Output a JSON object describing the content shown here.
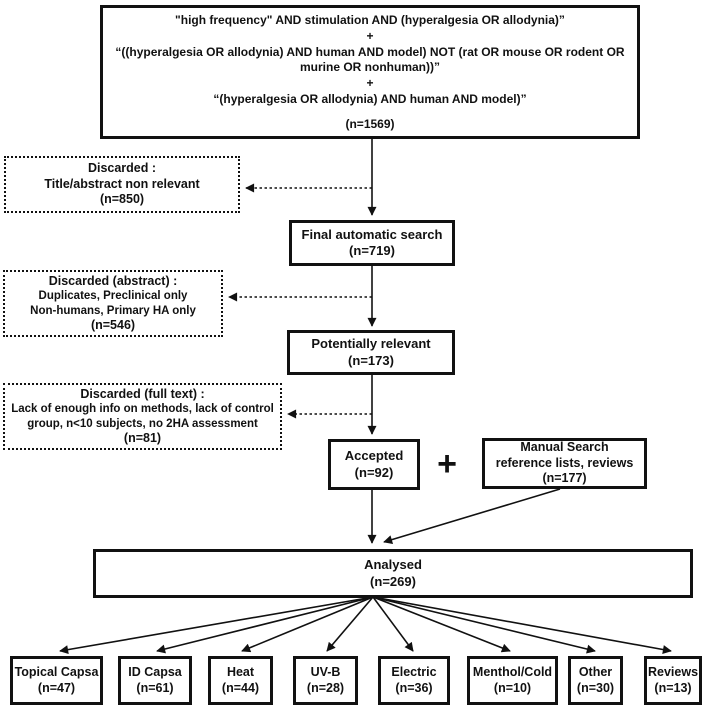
{
  "flowchart": {
    "query_box": {
      "line1": "\"high frequency\" AND stimulation AND (hyperalgesia OR allodynia)”",
      "plus1": "+",
      "line2": "“((hyperalgesia OR allodynia) AND human AND model) NOT (rat OR mouse OR rodent OR murine OR nonhuman))”",
      "plus2": "+",
      "line3": "“(hyperalgesia OR allodynia) AND human AND model)”",
      "count": "(n=1569)"
    },
    "discarded": [
      {
        "title": "Discarded :",
        "line1": "Title/abstract non relevant",
        "line2": "",
        "count": "(n=850)"
      },
      {
        "title": "Discarded (abstract) :",
        "line1": "Duplicates,  Preclinical only",
        "line2": "Non-humans, Primary HA only",
        "count": "(n=546)"
      },
      {
        "title": "Discarded (full text) :",
        "line1": "Lack of enough info on methods, lack of control",
        "line2": "group, n<10 subjects, no 2HA assessment",
        "count": "(n=81)"
      }
    ],
    "stages": [
      {
        "label": "Final automatic search",
        "count": "(n=719)"
      },
      {
        "label": "Potentially relevant",
        "count": "(n=173)"
      },
      {
        "label": "Accepted",
        "count": "(n=92)"
      }
    ],
    "plus_sign": "+",
    "manual_search": {
      "line1": "Manual Search",
      "line2": "reference lists, reviews",
      "count": "(n=177)"
    },
    "analysed": {
      "label": "Analysed",
      "count": "(n=269)"
    },
    "categories": [
      {
        "label": "Topical Capsa",
        "count": "(n=47)"
      },
      {
        "label": "ID Capsa",
        "count": "(n=61)"
      },
      {
        "label": "Heat",
        "count": "(n=44)"
      },
      {
        "label": "UV-B",
        "count": "(n=28)"
      },
      {
        "label": "Electric",
        "count": "(n=36)"
      },
      {
        "label": "Menthol/Cold",
        "count": "(n=10)"
      },
      {
        "label": "Other",
        "count": "(n=30)"
      },
      {
        "label": "Reviews",
        "count": "(n=13)"
      }
    ],
    "colors": {
      "ink": "#111111",
      "background": "#ffffff"
    }
  }
}
